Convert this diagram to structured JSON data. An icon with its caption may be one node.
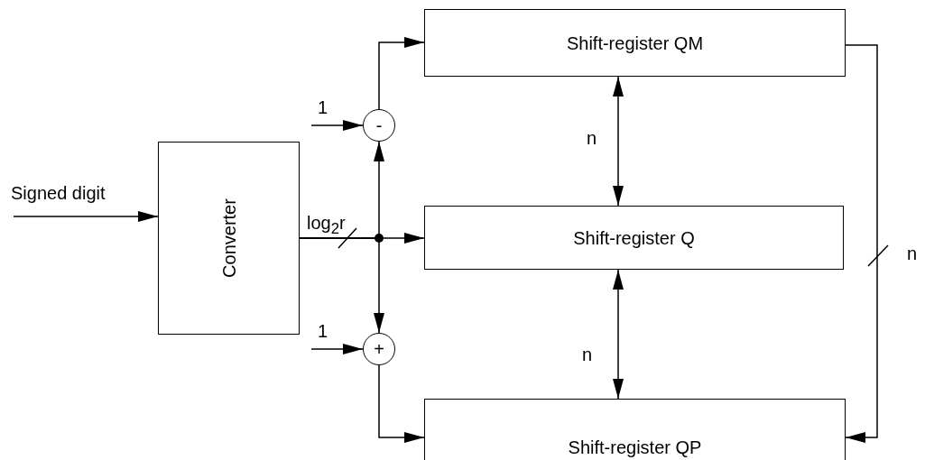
{
  "diagram": {
    "nodes": [
      {
        "text": [
          "Converter"
        ]
      },
      {
        "text": [
          "-"
        ]
      },
      {
        "text": [
          "+"
        ]
      },
      {
        "text": [
          "Shift-register QM"
        ]
      },
      {
        "text": [
          "Shift-register Q"
        ]
      },
      {
        "text": [
          "Shift-register QP"
        ]
      }
    ],
    "edges": [
      {
        "from": null,
        "to": 0,
        "arrow": "to",
        "label": "Signed digit"
      },
      {
        "from": null,
        "to": 1,
        "arrow": "to",
        "label": "1"
      },
      {
        "from": null,
        "to": 2,
        "arrow": "to",
        "label": "1"
      },
      {
        "from": 0,
        "to": 4,
        "arrow": "to",
        "label": "log$_{2}$r"
      },
      {
        "from": 0,
        "to": 1,
        "arrow": "to"
      },
      {
        "from": 0,
        "to": 2,
        "arrow": "to"
      },
      {
        "from": 1,
        "to": 3,
        "arrow": "to"
      },
      {
        "from": 2,
        "to": 5,
        "arrow": "to"
      },
      {
        "from": 3,
        "to": 4,
        "arrow": "both",
        "label": "n"
      },
      {
        "from": 4,
        "to": 5,
        "arrow": "both",
        "label": "n"
      },
      {
        "from": 3,
        "to": 5,
        "arrow": "to",
        "label": "n"
      }
    ]
  }
}
